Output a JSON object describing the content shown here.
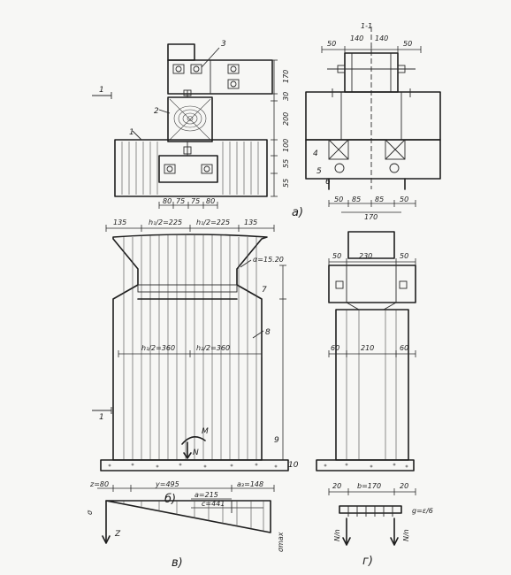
{
  "panel_a": {
    "section_mark": "1-1",
    "dims_top": [
      "50",
      "140",
      "140",
      "50"
    ],
    "dims_side": [
      "170",
      "30",
      "200",
      "100",
      "55",
      "55"
    ],
    "dims_bottom_left": [
      "80",
      "75",
      "75",
      "80"
    ],
    "dims_bottom_right": [
      "50",
      "85",
      "85",
      "50"
    ],
    "overall_bottom_right": "170",
    "callouts_left": [
      "1",
      "2",
      "3"
    ],
    "callouts_right": [
      "4",
      "5",
      "6"
    ],
    "caption": "a)"
  },
  "panel_b": {
    "top_dims": [
      "135",
      "h₁/2=225",
      "h₁/2=225",
      "135"
    ],
    "alpha": "α=15.20",
    "mid_dims": [
      "h₁/2=360",
      "h₂/2=360"
    ],
    "callouts": [
      "7",
      "8",
      "9",
      "10"
    ],
    "moment": "M",
    "axial": "N",
    "bottom_row": [
      "z=80",
      "y=495",
      "a₃=148"
    ],
    "a_value": "a=215",
    "c_value": "c=441",
    "sigma": "σ",
    "sigma_max": "σmax",
    "z_axis": "Z",
    "sub_caption": "б)",
    "caption": "в)"
  },
  "panel_g": {
    "top_dims": [
      "50",
      "230",
      "50"
    ],
    "mid_dims": [
      "60",
      "210",
      "60"
    ],
    "bottom_dims": [
      "20",
      "b=170",
      "20"
    ],
    "load": "g=ε/6",
    "reaction": "N/n",
    "caption": "г)"
  },
  "section_markers": [
    "1",
    "1"
  ]
}
